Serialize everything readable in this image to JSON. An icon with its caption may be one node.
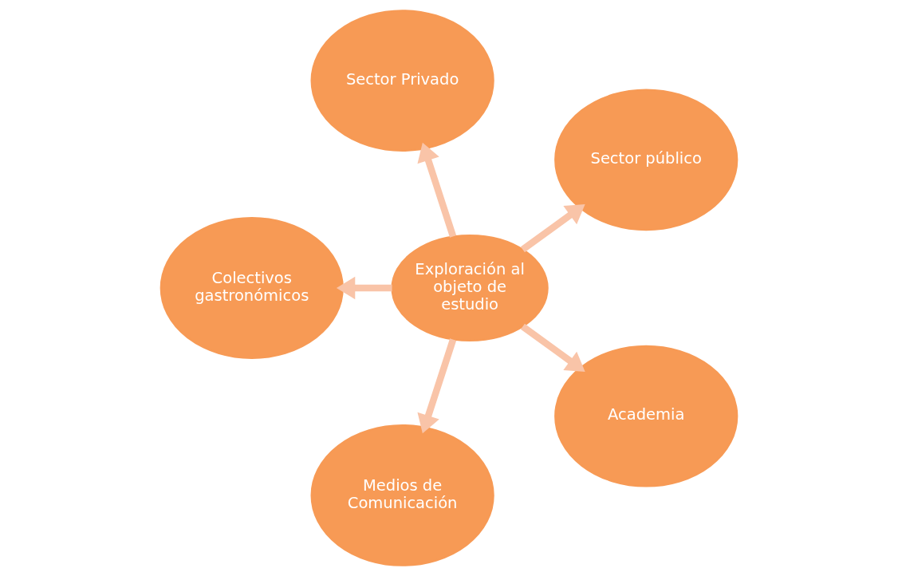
{
  "diagram": {
    "nodes": [
      {
        "text": [
          "Sector público"
        ]
      },
      {
        "text": [
          "Sector Privado"
        ]
      },
      {
        "text": [
          "Colectivos gastronómicos"
        ]
      },
      {
        "text": [
          "Exploración al objeto de estudio"
        ]
      },
      {
        "text": [
          "Medios de Comunicación"
        ]
      },
      {
        "text": [
          "Academia"
        ]
      }
    ],
    "edges": [
      {
        "from": 3,
        "to": 0,
        "arrow": "to"
      },
      {
        "from": 3,
        "to": 2,
        "arrow": "to"
      },
      {
        "from": 3,
        "to": 5,
        "arrow": "to"
      },
      {
        "from": 3,
        "to": 4,
        "arrow": "to"
      },
      {
        "from": 3,
        "to": 1,
        "arrow": "to"
      }
    ]
  }
}
